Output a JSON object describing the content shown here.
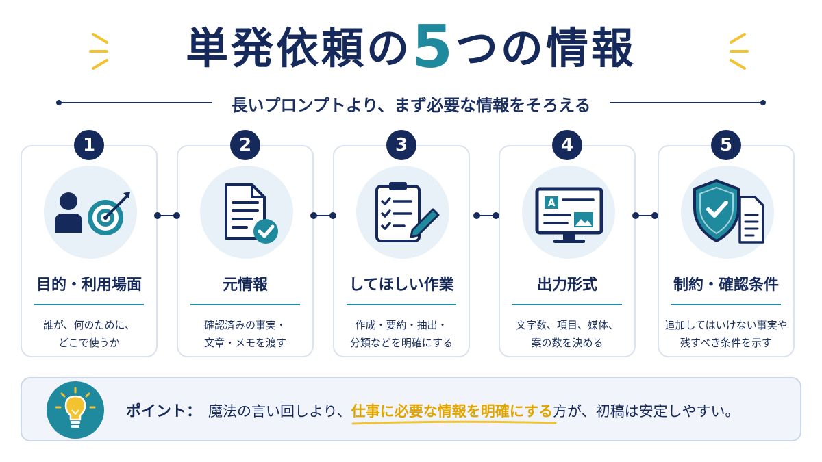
{
  "header": {
    "title_prefix": "単発依頼の",
    "title_number": "5",
    "title_suffix": "つの情報",
    "subtitle": "長いプロンプトより、まず必要な情報をそろえる"
  },
  "colors": {
    "navy": "#15295a",
    "teal": "#1f8a9e",
    "yellow": "#f2c230",
    "highlight": "#e0a400"
  },
  "cards": [
    {
      "number": "1",
      "title": "目的・利用場面",
      "desc_line1": "誰が、何のために、",
      "desc_line2": "どこで使うか",
      "icon": "person-target-icon"
    },
    {
      "number": "2",
      "title": "元情報",
      "desc_line1": "確認済みの事実・",
      "desc_line2": "文章・メモを渡す",
      "icon": "document-check-icon"
    },
    {
      "number": "3",
      "title": "してほしい作業",
      "desc_line1": "作成・要約・抽出・",
      "desc_line2": "分類などを明確にする",
      "icon": "clipboard-pencil-icon"
    },
    {
      "number": "4",
      "title": "出力形式",
      "desc_line1": "文字数、項目、媒体、",
      "desc_line2": "案の数を決める",
      "icon": "monitor-layout-icon"
    },
    {
      "number": "5",
      "title": "制約・確認条件",
      "desc_line1": "追加してはいけない事実や",
      "desc_line2": "残すべき条件を示す",
      "icon": "shield-document-icon"
    }
  ],
  "point": {
    "label": "ポイント：",
    "before": "魔法の言い回しより、",
    "highlight": "仕事に必要な情報を明確にする",
    "after": "方が、初稿は安定しやすい。",
    "icon": "lightbulb-icon"
  }
}
